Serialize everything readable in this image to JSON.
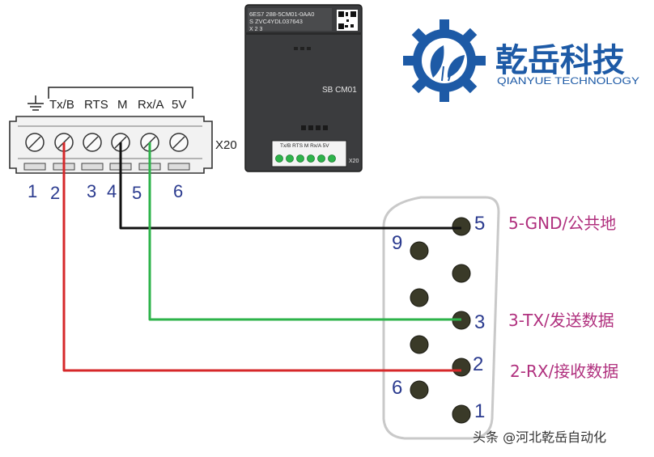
{
  "terminal_block": {
    "header_labels": [
      "Tx/B",
      "RTS",
      "M",
      "Rx/A",
      "5V"
    ],
    "block_label": "X20",
    "pin_numbers": [
      "1",
      "2",
      "3",
      "4",
      "5",
      "6"
    ]
  },
  "module": {
    "part_number": "6ES7 288-5CM01-0AA0",
    "serial": "S ZVC4YDL037643",
    "version": "X 2 3",
    "name": "SB CM01",
    "mini_labels": "Tx/B RTS M Rx/A 5V",
    "mini_x20": "X20"
  },
  "logo": {
    "title": "乾岳科技",
    "subtitle": "QIANYUE TECHNOLOGY",
    "colors": {
      "primary": "#1d5aa6"
    }
  },
  "connector": {
    "pin_numbers": [
      "5",
      "9",
      "3",
      "2",
      "6",
      "1"
    ],
    "signals": [
      "5-GND/公共地",
      "3-TX/发送数据",
      "2-RX/接收数据"
    ]
  },
  "wires": {
    "colors": {
      "black": "#111111",
      "green": "#2db34a",
      "red": "#d6282a"
    }
  },
  "watermark": "头条 @河北乾岳自动化"
}
